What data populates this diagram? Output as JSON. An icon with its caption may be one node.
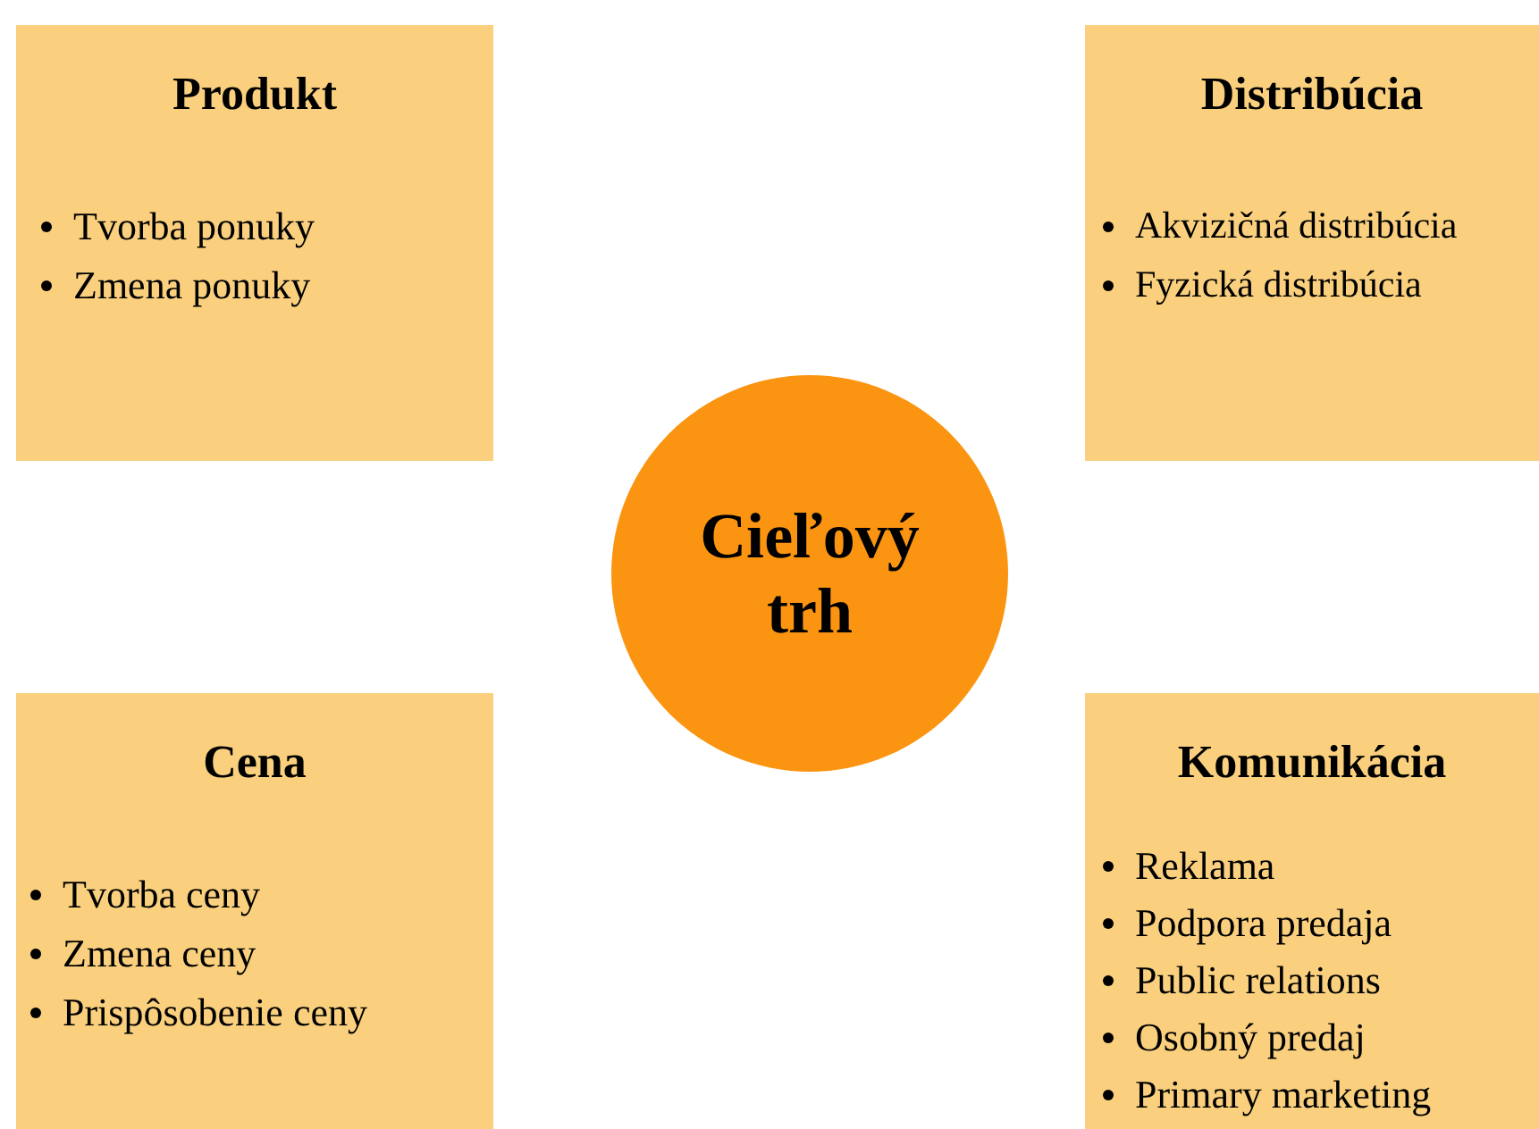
{
  "diagram": {
    "nodes": [
      {
        "text": [
          "Produkt",
          "Tvorba ponuky",
          "Zmena ponuky"
        ]
      },
      {
        "text": [
          "Distribúcia",
          "Akvizičná distribúcia",
          "Fyzická distribúcia"
        ]
      },
      {
        "text": [
          "Cieľový trh"
        ]
      },
      {
        "text": [
          "Cena",
          "Tvorba ceny",
          "Zmena ceny",
          "Prispôsobenie ceny"
        ]
      },
      {
        "text": [
          "Komunikácia",
          "Reklama",
          "Podpora predaja",
          "Public relations",
          "Osobný predaj",
          "Primary marketing"
        ]
      }
    ]
  }
}
